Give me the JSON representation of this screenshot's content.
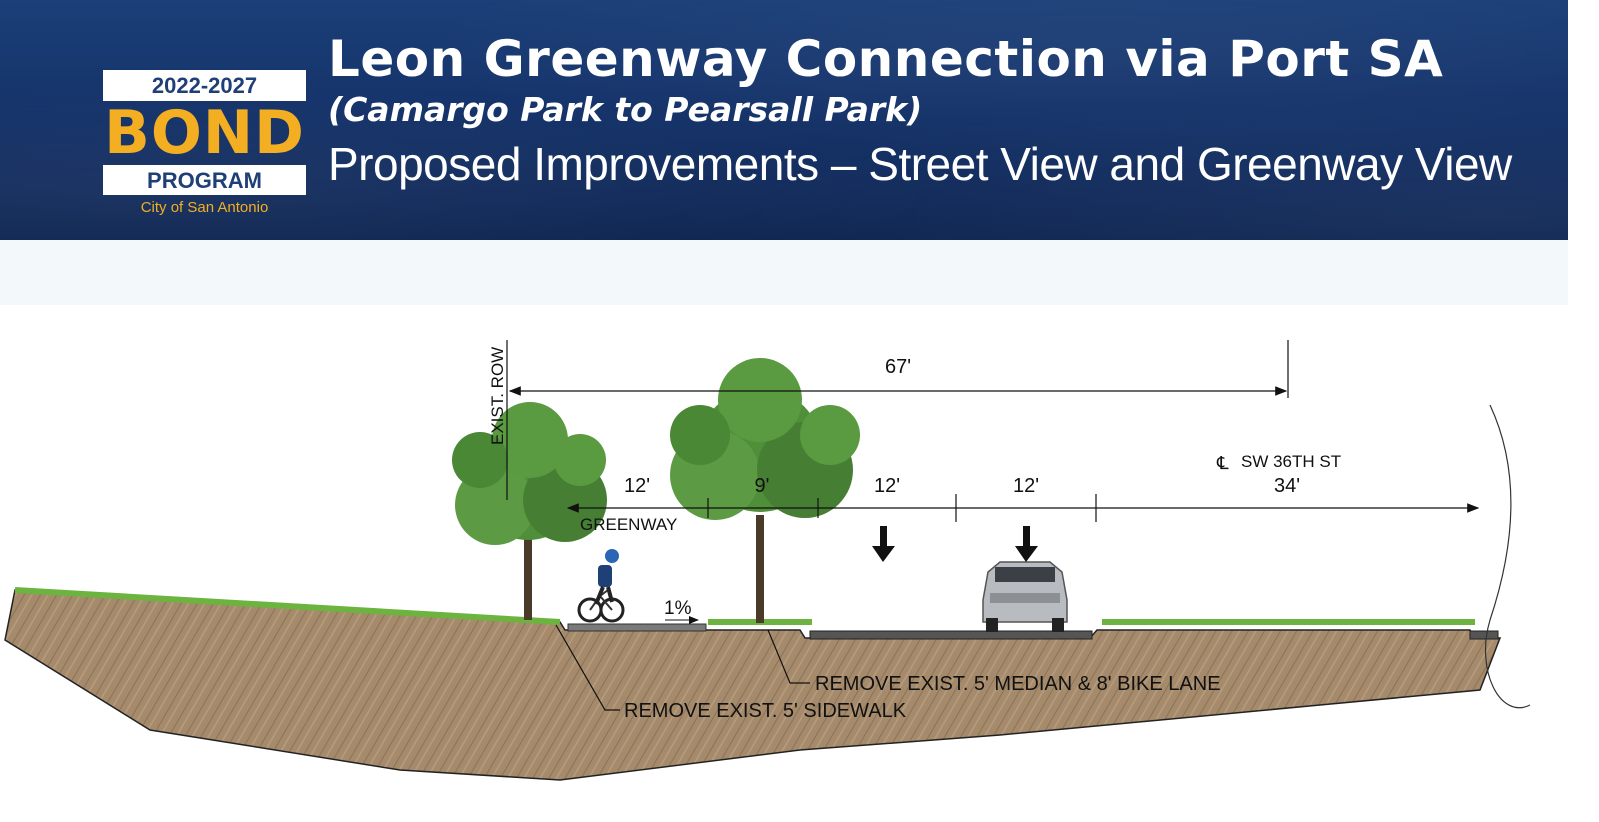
{
  "header": {
    "logo": {
      "years": "2022-2027",
      "word": "BOND",
      "program": "PROGRAM",
      "city": "City of San Antonio"
    },
    "title": "Leon Greenway Connection via Port SA",
    "subtitle": "(Camargo Park to Pearsall Park)",
    "subtitle2": "Proposed Improvements – Street View and Greenway View"
  },
  "section": {
    "row_label": "EXIST. ROW",
    "overall_dim": "67'",
    "centerline_label": "SW 36TH ST",
    "dims": [
      "12'",
      "9'",
      "12'",
      "12'",
      "34'"
    ],
    "greenway_label": "GREENWAY",
    "slope_label": "1%",
    "callout_median": "REMOVE EXIST. 5' MEDIAN & 8' BIKE LANE",
    "callout_sidewalk": "REMOVE EXIST. 5' SIDEWALK"
  },
  "colors": {
    "banner": "#15336a",
    "logo_gold": "#f3ae22",
    "soil": "#a58a6b",
    "grass": "#6cb33f",
    "tree": "#4f8f3a"
  }
}
